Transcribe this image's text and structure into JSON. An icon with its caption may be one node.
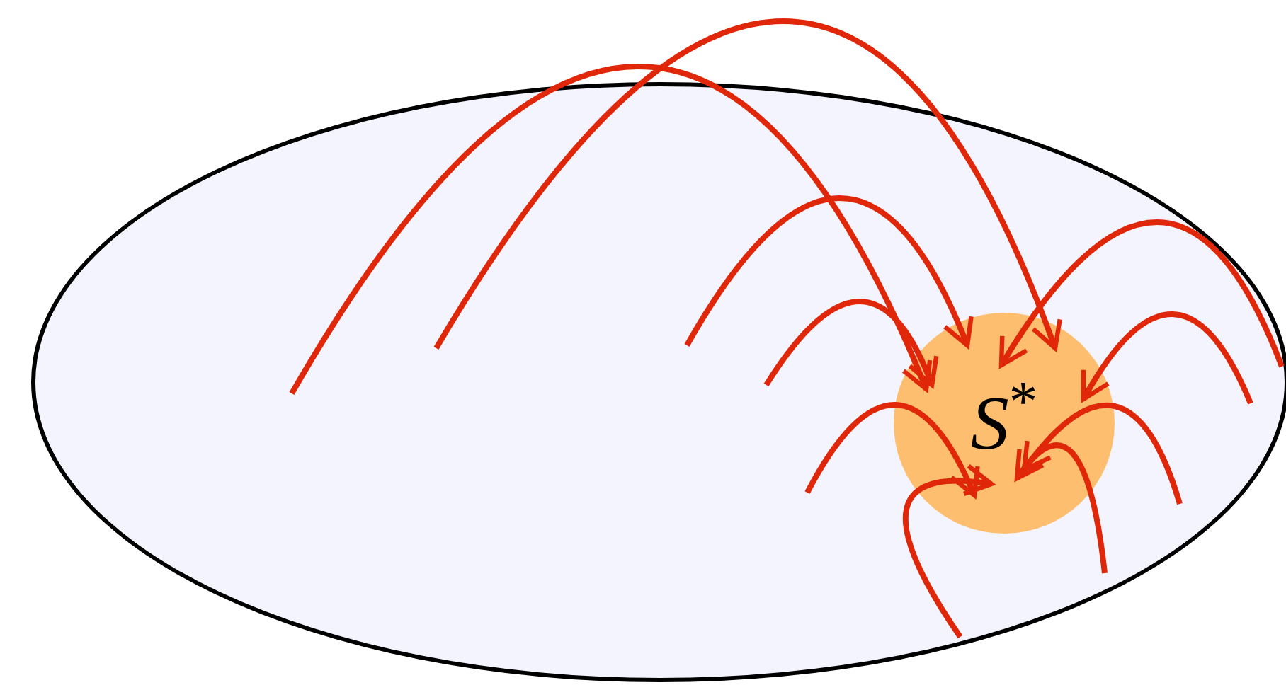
{
  "diagram": {
    "nodes": [
      {
        "text": [],
        "shape": "ellipse"
      },
      {
        "text": [
          "*S*$^{*}$"
        ],
        "in": 0
      }
    ],
    "edges": [
      {
        "from": null,
        "to": 1,
        "arrow": "to"
      },
      {
        "from": null,
        "to": 1,
        "arrow": "to"
      },
      {
        "from": null,
        "to": 1,
        "arrow": "to"
      },
      {
        "from": null,
        "to": 1,
        "arrow": "to"
      },
      {
        "from": null,
        "to": 1,
        "arrow": "to"
      },
      {
        "from": null,
        "to": 1,
        "arrow": "to"
      },
      {
        "from": null,
        "to": 1,
        "arrow": "to"
      },
      {
        "from": null,
        "to": 1,
        "arrow": "to"
      },
      {
        "from": null,
        "to": 1,
        "arrow": "to"
      },
      {
        "from": null,
        "to": 1,
        "arrow": "to"
      }
    ]
  }
}
